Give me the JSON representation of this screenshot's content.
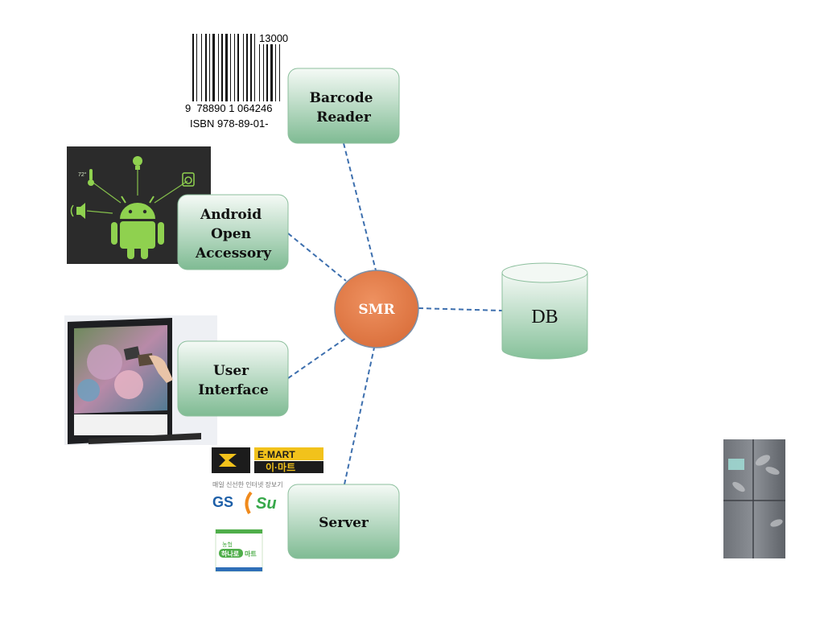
{
  "nodes": {
    "barcode": {
      "lines": [
        "Barcode",
        "Reader"
      ]
    },
    "android": {
      "lines": [
        "Android",
        "Open",
        "Accessory"
      ]
    },
    "ui": {
      "lines": [
        "User",
        "Interface"
      ]
    },
    "server": {
      "lines": [
        "Server"
      ]
    },
    "smr": {
      "label": "SMR"
    },
    "db": {
      "label": "DB"
    }
  },
  "images": {
    "barcode": {
      "top_number": "13000",
      "digits": "9  78890 1 064246",
      "isbn": "ISBN 978-89-01-"
    },
    "android": {
      "temp": "72°"
    },
    "marts": {
      "emart_en": "E·MART",
      "emart_ko": "이·마트",
      "gs_tagline": "매일 신선한 인터넷 장보기",
      "gs_brand": "GS",
      "gs_logo_text": "Su",
      "hanaro_small": "농협",
      "hanaro_name": "하나로",
      "hanaro_mart": "마트"
    }
  },
  "colors": {
    "node_fill_top": "#f5faf6",
    "node_fill_bottom": "#7fbb93",
    "node_stroke": "#8cbf9d",
    "smr_fill": "#e07b47",
    "smr_stroke": "#7b8fa8",
    "connector": "#3d6fae"
  }
}
